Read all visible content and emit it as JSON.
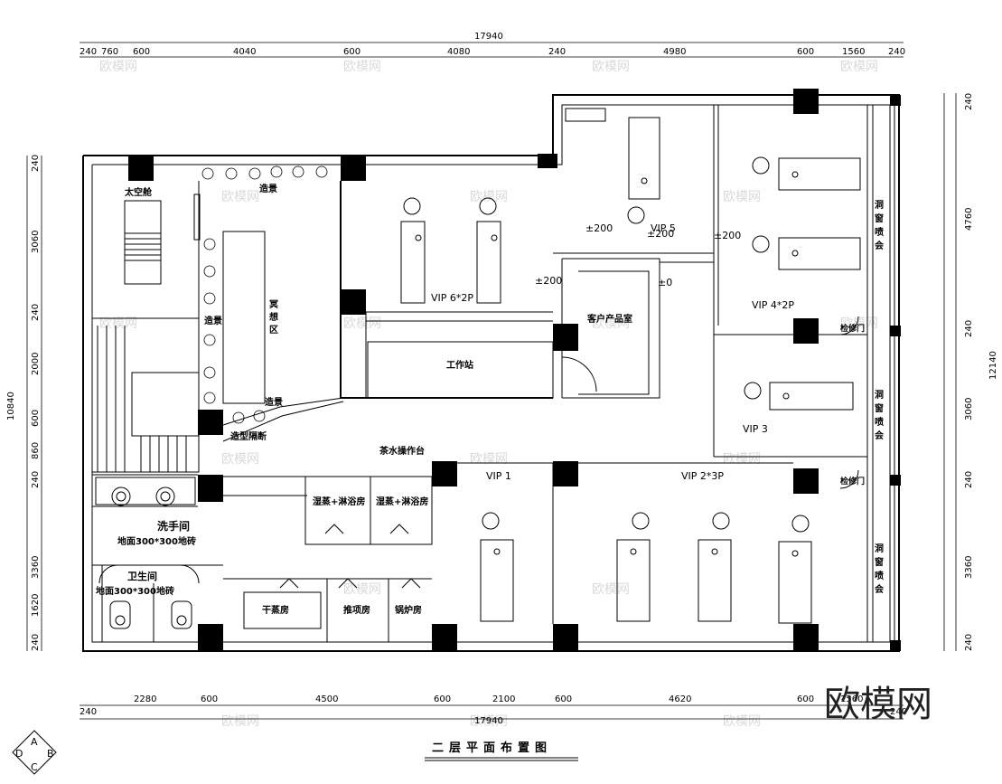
{
  "title": "二层平面布置图",
  "compass": {
    "top": "A",
    "left": "D",
    "right": "B",
    "bottom": "C"
  },
  "watermark": "欧模网",
  "dims_top": {
    "total": "17940",
    "segments": [
      "240",
      "760",
      "600",
      "4040",
      "600",
      "4080",
      "240",
      "4980",
      "600",
      "1560",
      "240"
    ]
  },
  "dims_bottom": {
    "total": "17940",
    "segments": [
      "240",
      "2280",
      "600",
      "4500",
      "600",
      "2100",
      "600",
      "4620",
      "600",
      "1560",
      "240"
    ]
  },
  "dims_left": {
    "total": "10840",
    "segments": [
      "240",
      "3060",
      "240",
      "2000",
      "600",
      "860",
      "240",
      "3360",
      "1620",
      "240"
    ]
  },
  "dims_right": {
    "total": "12140",
    "segments": [
      "240",
      "4760",
      "240",
      "3060",
      "240",
      "3360",
      "240"
    ]
  },
  "rooms": {
    "lounge_chair": "太空舱",
    "landscape_top": "造景",
    "meditation": "冥想区",
    "landscape_left": "造景",
    "landscape_bottom": "造景",
    "partition": "造型隔断",
    "vip6": "VIP 6*2P",
    "vip5": "VIP 5",
    "vip4": "VIP 4*2P",
    "vip3": "VIP 3",
    "vip2": "VIP 2*3P",
    "vip1": "VIP 1",
    "workstation": "工作站",
    "product_room": "客户产品室",
    "tea_bar": "茶水操作台",
    "sauna1": "湿蒸+淋浴房",
    "sauna2": "湿蒸+淋浴房",
    "washroom": "洗手间",
    "washroom_floor": "地面300*300地砖",
    "toilet": "卫生间",
    "toilet_floor": "地面300*300地砖",
    "dry_sauna": "干蒸房",
    "steam_room": "推项房",
    "boiler": "锅炉房",
    "window_spray1": "洞窗喷会",
    "window_spray2": "洞窗喷会",
    "window_spray3": "洞窗喷会",
    "access_door1": "检修门",
    "access_door2": "检修门"
  },
  "levels": {
    "l1": "±200",
    "l2": "±200",
    "l3": "±200",
    "l4": "±200",
    "l5": "±0"
  }
}
